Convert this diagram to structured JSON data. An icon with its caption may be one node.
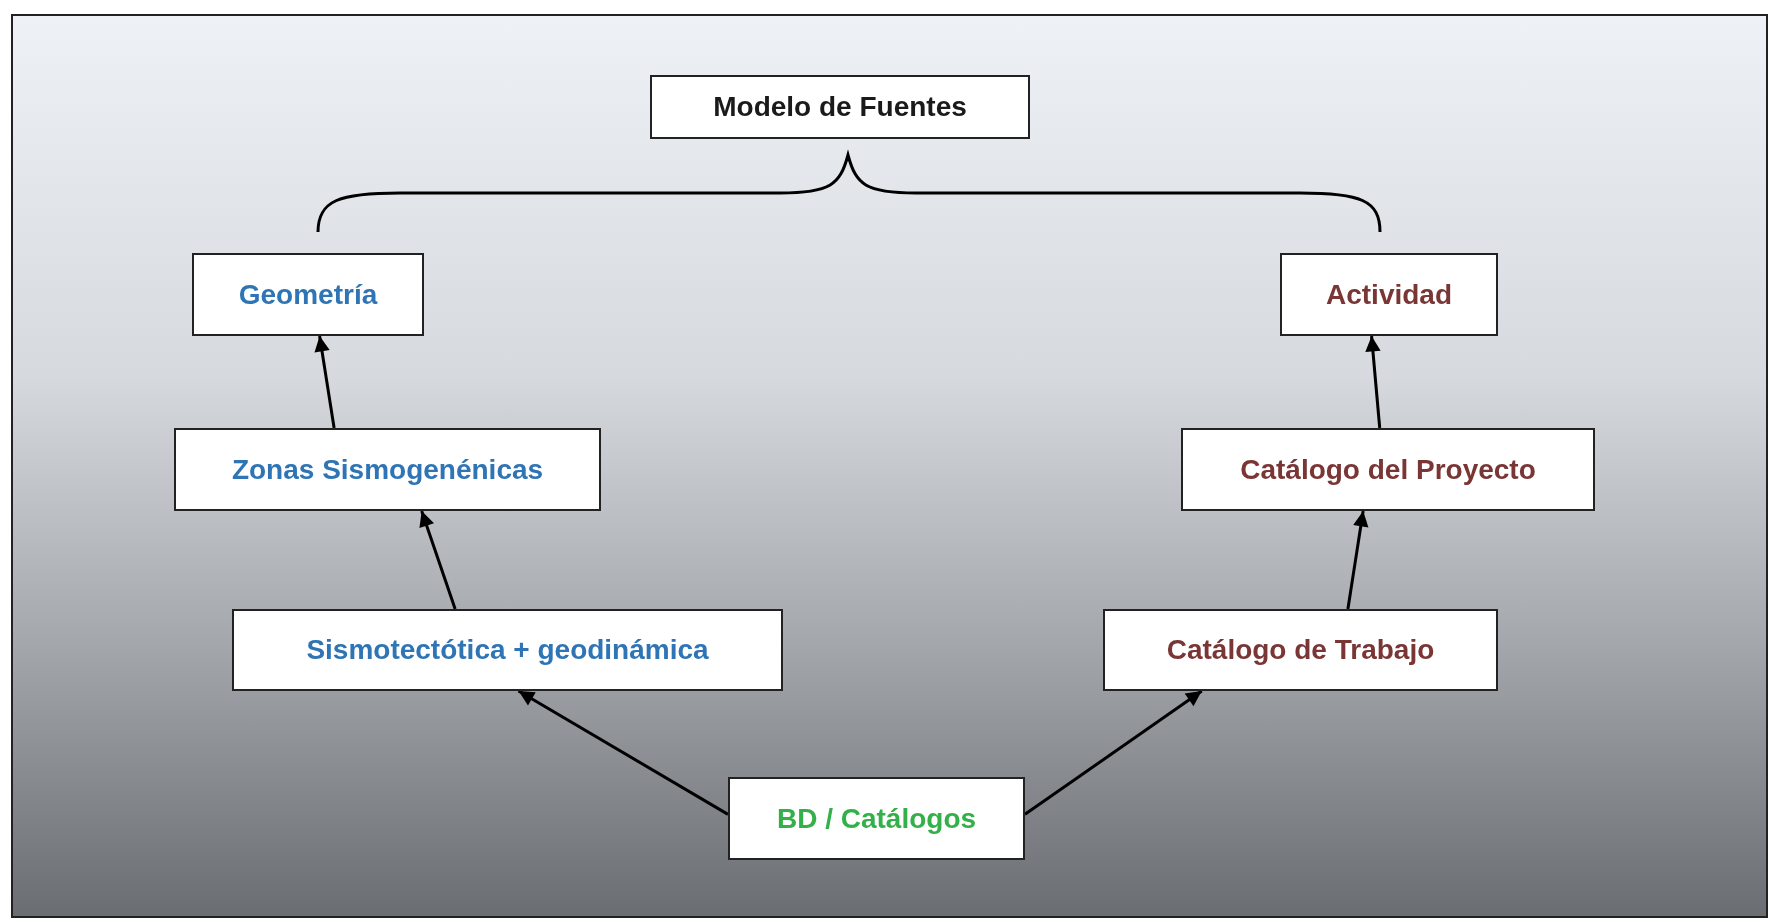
{
  "diagram": {
    "nodes": [
      {
        "text": [
          "Modelo de Fuentes"
        ]
      },
      {
        "text": [
          "Geometría"
        ]
      },
      {
        "text": [
          "Actividad"
        ]
      },
      {
        "text": [
          "Zonas Sismogenénicas"
        ]
      },
      {
        "text": [
          "Catálogo del Proyecto"
        ]
      },
      {
        "text": [
          "Sismotectótica + geodinámica"
        ]
      },
      {
        "text": [
          "Catálogo de Trabajo"
        ]
      },
      {
        "text": [
          "BD / Catálogos"
        ]
      }
    ],
    "edges": [
      {
        "from": 7,
        "to": 5,
        "arrow": "to"
      },
      {
        "from": 7,
        "to": 6,
        "arrow": "to"
      },
      {
        "from": 5,
        "to": 3,
        "arrow": "to"
      },
      {
        "from": 3,
        "to": 1,
        "arrow": "to"
      },
      {
        "from": 6,
        "to": 4,
        "arrow": "to"
      },
      {
        "from": 4,
        "to": 2,
        "arrow": "to"
      }
    ]
  }
}
